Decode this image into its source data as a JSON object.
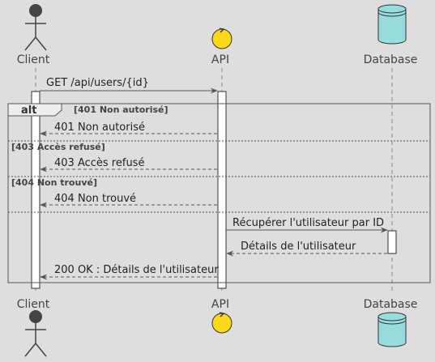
{
  "participants": {
    "client": "Client",
    "api": "API",
    "database": "Database"
  },
  "fragment": {
    "keyword": "alt",
    "guards": [
      "[401 Non autorisé]",
      "[403 Accès refusé]",
      "[404 Non trouvé]"
    ]
  },
  "messages": {
    "m1": "GET /api/users/{id}",
    "m2": "401 Non autorisé",
    "m3": "403 Accès refusé",
    "m4": "404 Non trouvé",
    "m5": "Récupérer l'utilisateur par ID",
    "m6": "Détails de l'utilisateur",
    "m7": "200 OK : Détails de l'utilisateur"
  },
  "colors": {
    "background": "#dedede",
    "actor": "#444444",
    "control": "#fcd81d",
    "database": "#98dddd",
    "line": "#555555"
  }
}
